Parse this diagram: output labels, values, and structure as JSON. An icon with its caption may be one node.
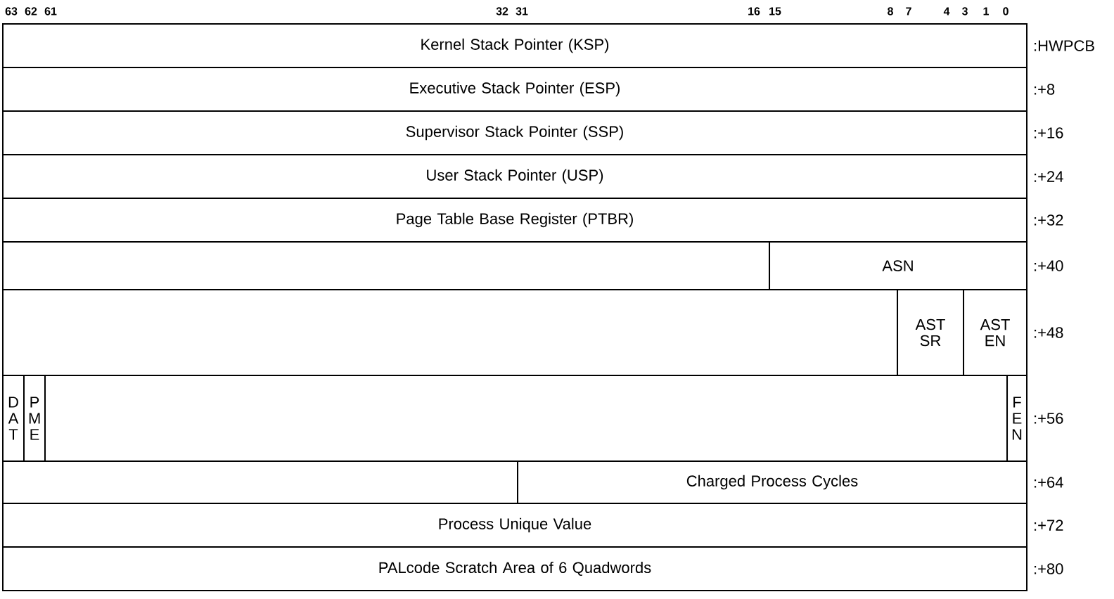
{
  "diagram": {
    "nodes": [
      {
        "text": [
          "Kernel Stack Pointer (KSP)"
        ]
      },
      {
        "text": [
          "Executive Stack Pointer (ESP)"
        ]
      },
      {
        "text": [
          "Supervisor Stack Pointer (SSP)"
        ]
      },
      {
        "text": [
          "User Stack Pointer (USP)"
        ]
      },
      {
        "text": [
          "Page Table Base Register (PTBR)"
        ]
      },
      {
        "text": [],
        "shape": "box"
      },
      {
        "text": [
          "ASN"
        ]
      },
      {
        "text": [],
        "shape": "box"
      },
      {
        "text": [
          "AST SR"
        ]
      },
      {
        "text": [
          "AST EN"
        ]
      },
      {
        "text": [
          "D A T"
        ]
      },
      {
        "text": [
          "P M E"
        ]
      },
      {
        "text": [],
        "shape": "box"
      },
      {
        "text": [
          "F E N"
        ]
      },
      {
        "text": [],
        "shape": "box"
      },
      {
        "text": [
          "Charged Process Cycles"
        ]
      },
      {
        "text": [
          "Process Unique Value"
        ]
      },
      {
        "text": [
          "PALcode Scratch Area of 6 Quadwords"
        ]
      }
    ],
    "edges": [],
    "labels": [
      "63",
      "62",
      "61",
      "32",
      "31",
      "16",
      "15",
      "8",
      "7",
      "4",
      "3",
      "1",
      "0",
      ":HWPCB",
      ":+8",
      ":+16",
      ":+24",
      ":+32",
      ":+40",
      ":+48",
      ":+56",
      ":+64",
      ":+72",
      ":+80"
    ]
  }
}
